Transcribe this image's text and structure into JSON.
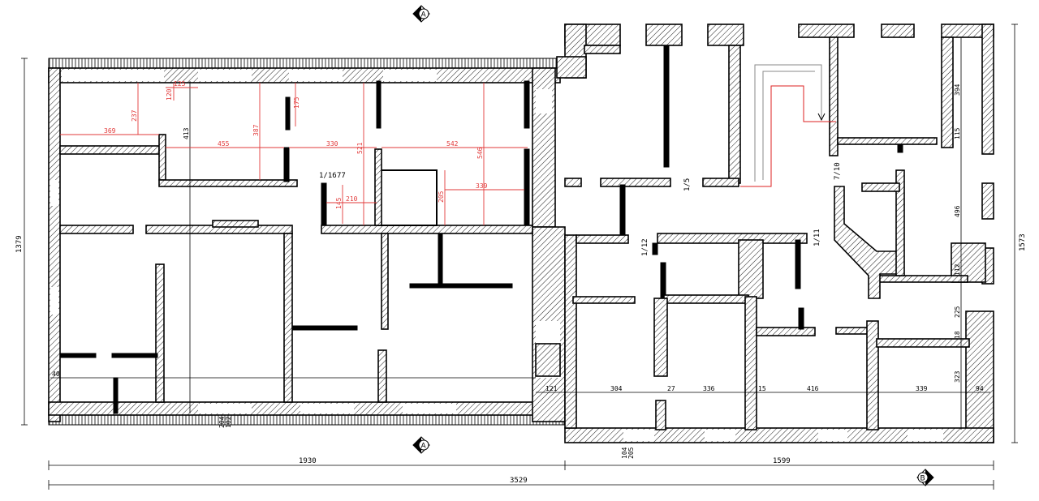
{
  "section_marks": {
    "top": "A",
    "bottom": "A",
    "right": "B"
  },
  "overall_dims": {
    "left_width": "1930",
    "right_width": "1599",
    "total_width": "3529",
    "left_height": "1379",
    "right_height": "1573"
  },
  "room_labels": {
    "r1_16": "1/16",
    "r77": "77",
    "r1_5": "1/5",
    "r7_10": "7/10",
    "r1_12": "1/12",
    "r1_11": "1/11"
  },
  "red_dims": {
    "d125": "125",
    "d120": "120",
    "d237": "237",
    "d369": "369",
    "d175": "175",
    "d387": "387",
    "d455": "455",
    "d330": "330",
    "d521": "521",
    "d542": "542",
    "d546": "546",
    "d339": "339",
    "d205": "205",
    "d145": "145",
    "d210": "210"
  },
  "black_dims": {
    "v413": "413",
    "b40": "40",
    "b121": "121",
    "b304": "304",
    "b27": "27",
    "b336": "336",
    "b15": "15",
    "b416": "416",
    "b339": "339",
    "b94": "94",
    "v394": "394",
    "v496": "496",
    "v225": "225",
    "v323": "323",
    "v18": "18",
    "v115": "115",
    "v112": "112",
    "o104": "104",
    "o205": "205",
    "o204": "204",
    "o102": "102"
  }
}
